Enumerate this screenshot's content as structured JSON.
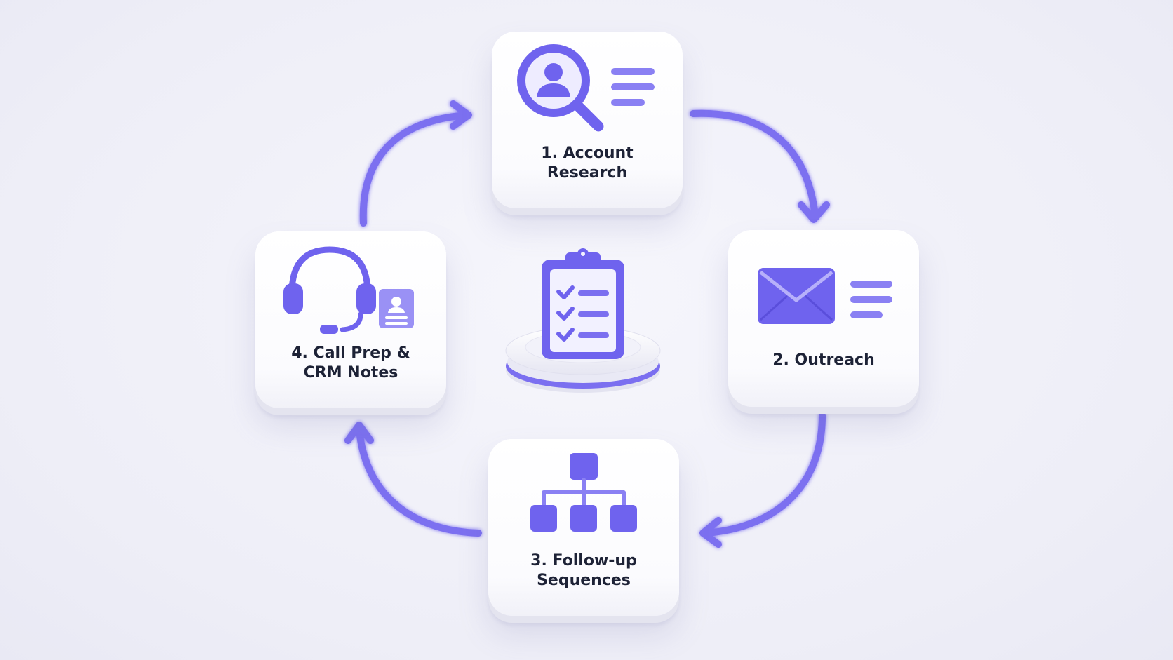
{
  "colors": {
    "accent": "#7b6ff0",
    "accent_dark": "#5f52e0",
    "accent_light": "#a9a2f7",
    "text": "#1d2236",
    "card": "#ffffff"
  },
  "steps": [
    {
      "label_line1": "1. Account",
      "label_line2": "Research",
      "icon": "account-search-icon"
    },
    {
      "label_line1": "2. Outreach",
      "label_line2": "",
      "icon": "envelope-icon"
    },
    {
      "label_line1": "3. Follow-up",
      "label_line2": "Sequences",
      "icon": "hierarchy-icon"
    },
    {
      "label_line1": "4. Call Prep &",
      "label_line2": "CRM Notes",
      "icon": "headset-icon"
    }
  ],
  "center": {
    "icon": "clipboard-checklist-icon"
  }
}
